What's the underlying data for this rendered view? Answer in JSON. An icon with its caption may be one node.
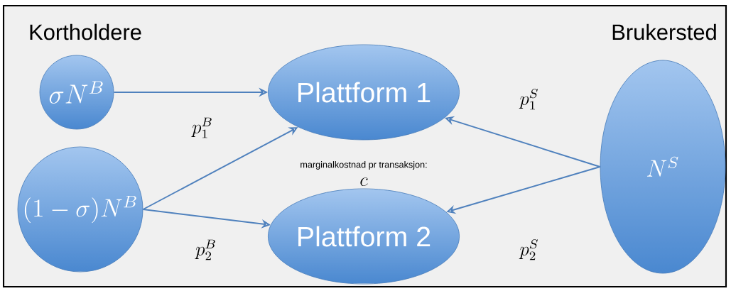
{
  "diagram": {
    "nodes": [
      {
        "text": [
          "\\sigma N^{B}"
        ]
      },
      {
        "text": [
          "(1-\\sigma)N^{B}"
        ]
      },
      {
        "text": [
          "Plattform 1"
        ]
      },
      {
        "text": [
          "Plattform 2"
        ]
      },
      {
        "text": [
          "N^{S}"
        ]
      }
    ],
    "edges": [
      {
        "from": 0,
        "to": 2,
        "arrow": "to"
      },
      {
        "from": 1,
        "to": 2,
        "arrow": "to",
        "label": "p_{1}^{B}"
      },
      {
        "from": 1,
        "to": 3,
        "arrow": "to",
        "label": "p_{2}^{B}"
      },
      {
        "from": 4,
        "to": 2,
        "arrow": "to",
        "label": "p_{1}^{S}"
      },
      {
        "from": 4,
        "to": 3,
        "arrow": "to",
        "label": "p_{2}^{S}"
      }
    ],
    "labels": [
      "Kortholdere",
      "Brukersted",
      "marginalkostnad pr transaksjon:",
      "c"
    ]
  }
}
